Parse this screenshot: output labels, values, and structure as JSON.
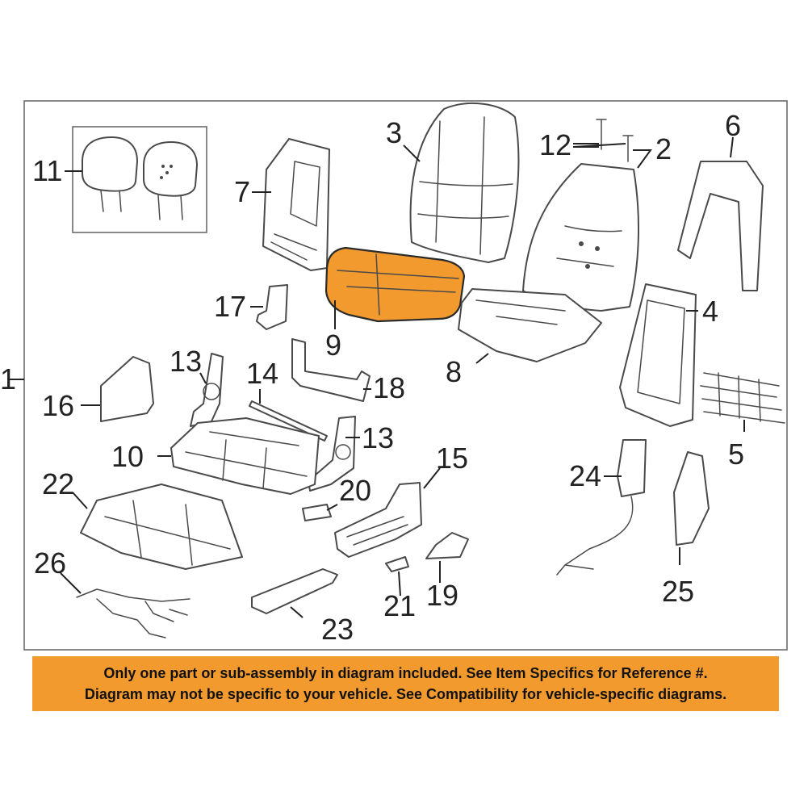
{
  "callouts": {
    "c1": "1",
    "c2": "2",
    "c3": "3",
    "c4": "4",
    "c5": "5",
    "c6": "6",
    "c7": "7",
    "c8": "8",
    "c9": "9",
    "c10": "10",
    "c11": "11",
    "c12": "12",
    "c13a": "13",
    "c13b": "13",
    "c14": "14",
    "c15": "15",
    "c16": "16",
    "c17": "17",
    "c18": "18",
    "c19": "19",
    "c20": "20",
    "c21": "21",
    "c22": "22",
    "c23": "23",
    "c24": "24",
    "c25": "25",
    "c26": "26"
  },
  "highlighted_part": "9",
  "colors": {
    "highlight": "#f29a2e",
    "banner": "#f29a2e",
    "line": "#4a4a4a"
  },
  "banner": {
    "line1": "Only one part or sub-assembly in diagram included. See Item Specifics for Reference #.",
    "line2": "Diagram may not be specific to your vehicle. See Compatibility for vehicle-specific diagrams."
  }
}
